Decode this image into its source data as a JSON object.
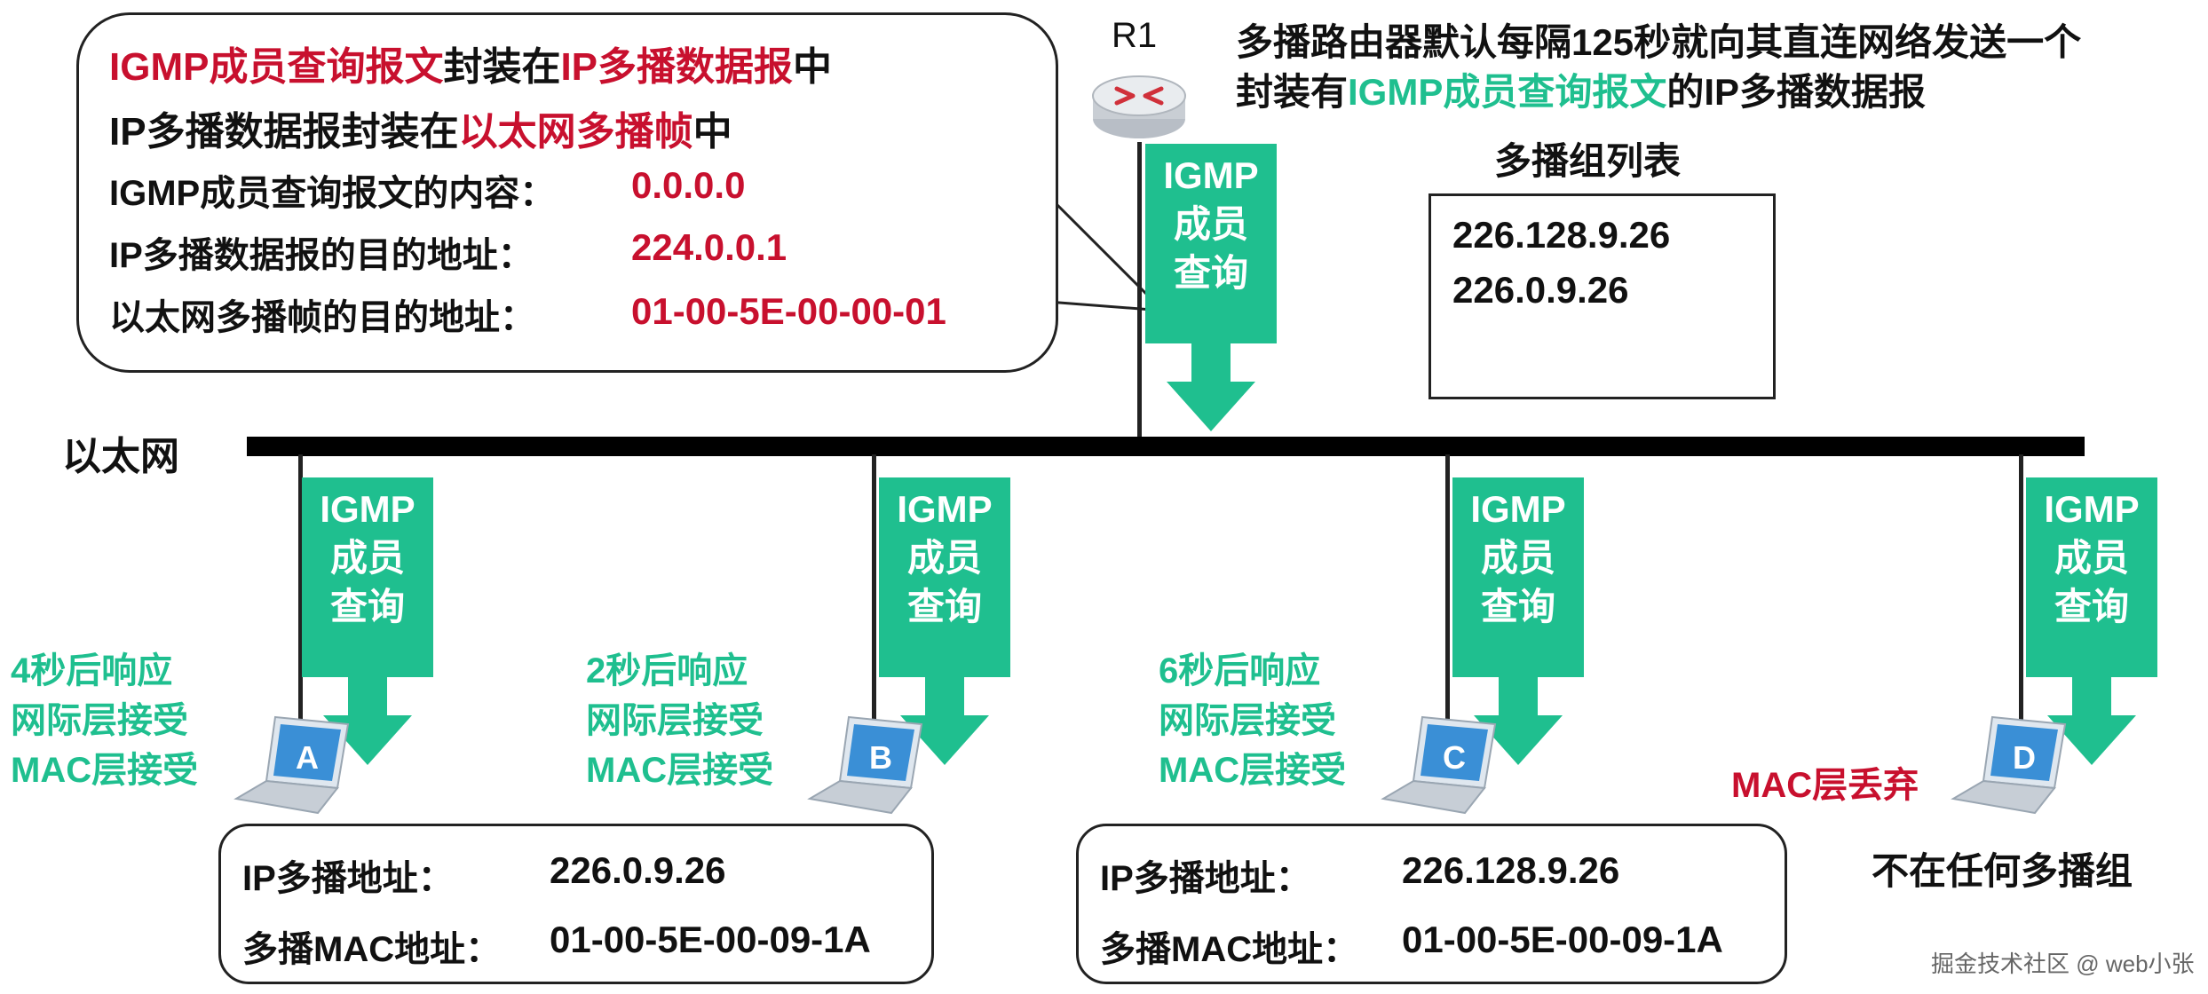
{
  "callout": {
    "line1": [
      {
        "text": "IGMP成员查询报文",
        "color": "red"
      },
      {
        "text": "封装在",
        "color": "black"
      },
      {
        "text": "IP多播数据报",
        "color": "red"
      },
      {
        "text": "中",
        "color": "black"
      }
    ],
    "line2": [
      {
        "text": "IP多播数据报封装在",
        "color": "black"
      },
      {
        "text": "以太网多播帧",
        "color": "red"
      },
      {
        "text": "中",
        "color": "black"
      }
    ],
    "query_content_label": "IGMP成员查询报文的内容：",
    "query_content_value": "0.0.0.0",
    "ip_dest_label": "IP多播数据报的目的地址：",
    "ip_dest_value": "224.0.0.1",
    "eth_dest_label": "以太网多播帧的目的地址：",
    "eth_dest_value": "01-00-5E-00-00-01"
  },
  "router": {
    "label": "R1",
    "desc_line1": "多播路由器默认每隔125秒就向其直连网络发送一个",
    "desc_line2_pre": "封装有",
    "desc_line2_green": "IGMP成员查询报文",
    "desc_line2_post": "的IP多播数据报"
  },
  "group_list": {
    "title": "多播组列表",
    "items": [
      "226.128.9.26",
      "226.0.9.26"
    ]
  },
  "network_label": "以太网",
  "igmp_label": [
    "IGMP",
    "成员",
    "查询"
  ],
  "hosts": [
    {
      "id": "A",
      "status": [
        "4秒后响应",
        "网际层接受",
        "MAC层接受"
      ],
      "status_color": "#1fbf8f"
    },
    {
      "id": "B",
      "status": [
        "2秒后响应",
        "网际层接受",
        "MAC层接受"
      ],
      "status_color": "#1fbf8f"
    },
    {
      "id": "C",
      "status": [
        "6秒后响应",
        "网际层接受",
        "MAC层接受"
      ],
      "status_color": "#1fbf8f"
    },
    {
      "id": "D",
      "status": [
        "MAC层丢弃"
      ],
      "status_color": "#c8102e"
    }
  ],
  "info_left": {
    "ip_label": "IP多播地址：",
    "ip_value": "226.0.9.26",
    "mac_label": "多播MAC地址：",
    "mac_value": "01-00-5E-00-09-1A"
  },
  "info_right": {
    "ip_label": "IP多播地址：",
    "ip_value": "226.128.9.26",
    "mac_label": "多播MAC地址：",
    "mac_value": "01-00-5E-00-09-1A"
  },
  "host_d_note": "不在任何多播组",
  "watermark": "掘金技术社区 @ web小张",
  "colors": {
    "accent_green": "#1fbf8f",
    "accent_red": "#c8102e"
  }
}
